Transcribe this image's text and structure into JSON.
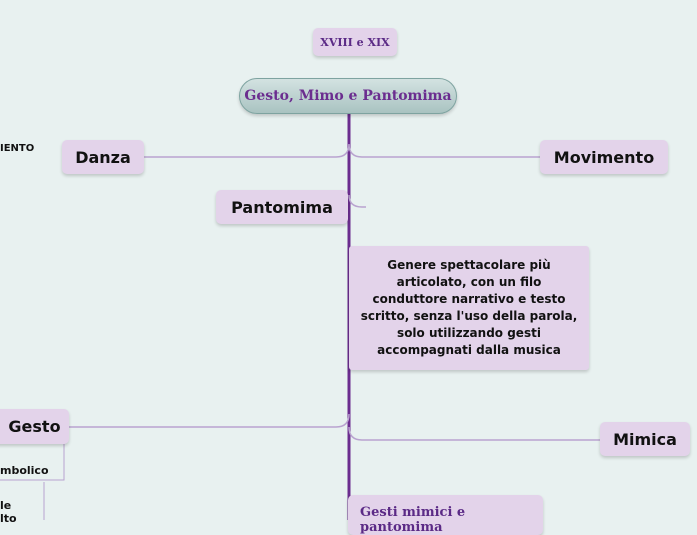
{
  "period": "XVIII e XIX",
  "central": "Gesto, Mimo e Pantomima",
  "nodes": {
    "danza": "Danza",
    "movimento": "Movimento",
    "pantomima": "Pantomima",
    "gesto": "Gesto",
    "mimica": "Mimica",
    "gesti_mimici": "Gesti mimici e pantomima"
  },
  "description": "Genere spettacolare più articolato, con un filo conduttore narrativo e testo scritto, senza l'uso della parola, solo utilizzando gesti accompagnati dalla musica",
  "partial": {
    "movimento_left": "IENTO",
    "simbolico": "mbolico",
    "le": "le",
    "lto": "lto"
  },
  "colors": {
    "trunk": "#6b2d8f",
    "branch": "#b9a3cf",
    "node": "#e3d3ea",
    "background": "#e8f1f0"
  }
}
